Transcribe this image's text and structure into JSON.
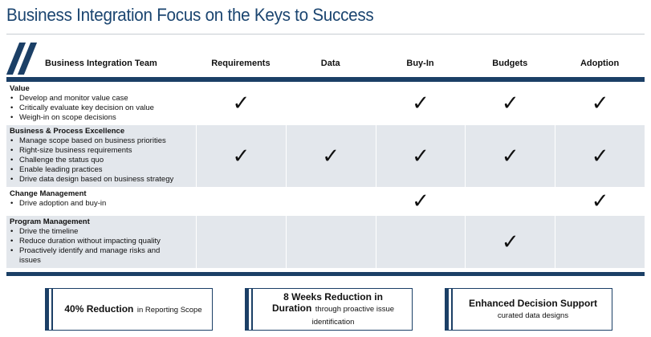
{
  "title": "Business Integration Focus on the Keys to Success",
  "header": {
    "team": "Business Integration Team",
    "columns": [
      "Requirements",
      "Data",
      "Buy-In",
      "Budgets",
      "Adoption"
    ]
  },
  "rows": [
    {
      "title": "Value",
      "bullets": [
        "Develop and monitor value case",
        "Critically evaluate key decision on value",
        "Weigh-in on scope decisions"
      ],
      "checks": [
        true,
        false,
        true,
        true,
        true
      ]
    },
    {
      "title": "Business & Process Excellence",
      "bullets": [
        "Manage scope based on business priorities",
        "Right-size business requirements",
        "Challenge the status quo",
        "Enable leading practices",
        "Drive data design based on business strategy"
      ],
      "checks": [
        true,
        true,
        true,
        true,
        true
      ]
    },
    {
      "title": "Change Management",
      "bullets": [
        "Drive adoption and buy-in"
      ],
      "checks": [
        false,
        false,
        true,
        false,
        true
      ]
    },
    {
      "title": "Program Management",
      "bullets": [
        "Drive the timeline",
        "Reduce duration without impacting quality",
        "Proactively identify and manage risks and issues"
      ],
      "checks": [
        false,
        false,
        false,
        true,
        false
      ]
    }
  ],
  "check_glyph": "✓",
  "kpis": [
    {
      "bold": "40% Reduction",
      "rest": "in Reporting Scope"
    },
    {
      "bold": "8 Weeks Reduction in Duration",
      "rest": "through proactive issue identification"
    },
    {
      "bold": "Enhanced Decision Support",
      "rest": "curated data designs"
    }
  ],
  "colors": {
    "navy": "#1b3f66",
    "title": "#1b4570",
    "shade": "#e3e7ec"
  }
}
